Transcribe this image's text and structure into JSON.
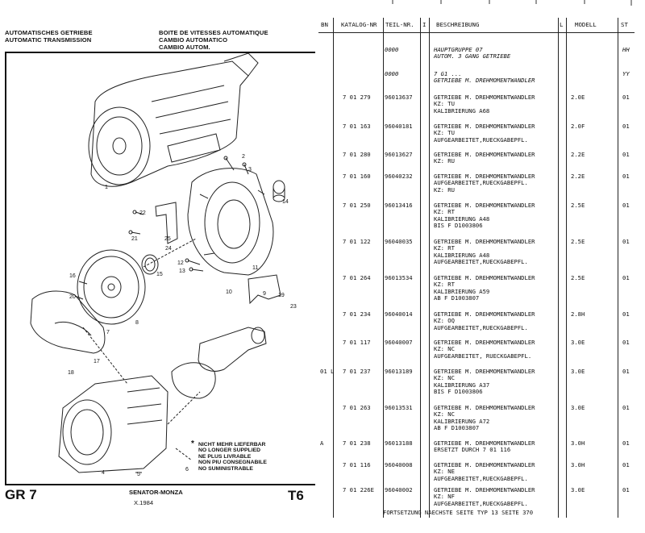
{
  "left_page": {
    "header_left": [
      "AUTOMATISCHES GETRIEBE",
      "AUTOMATIC TRANSMISSION"
    ],
    "header_right": [
      "BOITE DE VITESSES AUTOMATIQUE",
      "CAMBIO AUTOMATICO",
      "CAMBIO AUTOM."
    ],
    "legend": [
      "NICHT MEHR LIEFERBAR",
      "NO LONGER SUPPLIED",
      "NE PLUS LIVRABLE",
      "NON PIU CONSEGNABILE",
      "NO SUMINISTRABLE"
    ],
    "legend_symbol": "*",
    "group": "GR 7",
    "model": "SENATOR-MONZA",
    "date": "X.1984",
    "code": "T6",
    "callouts": [
      "1",
      "2",
      "3",
      "4",
      "5",
      "6",
      "7",
      "8",
      "9",
      "10",
      "11",
      "12",
      "13",
      "14",
      "15",
      "16",
      "17",
      "18",
      "19",
      "20",
      "21",
      "22",
      "23",
      "24",
      "25"
    ]
  },
  "right_page": {
    "columns": {
      "bn": "BN",
      "catalog": "KATALOG-NR",
      "part": "TEIL-NR.",
      "i": "I",
      "description": "BESCHREIBUNG",
      "l": "L",
      "model": "MODELL",
      "st": "ST"
    },
    "rows": [
      {
        "bn": "",
        "catalog": "",
        "part": "0000",
        "desc": [
          "HAUPTGRUPPE 07",
          "AUTOM. 3 GANG GETRIEBE"
        ],
        "model": "",
        "st": "HH",
        "italic": true
      },
      {
        "bn": "",
        "catalog": "",
        "part": "0000",
        "desc": [
          "7 G1 ...",
          "GETRIEBE M. DREHMOMENTWANDLER"
        ],
        "model": "",
        "st": "YY",
        "italic": true
      },
      {
        "bn": "",
        "catalog": "7 01 279",
        "part": "96013637",
        "desc": [
          "GETRIEBE M. DREHMOMENTWANDLER",
          "KZ: TU",
          "KALIBRIERUNG A68"
        ],
        "model": "2.0E",
        "st": "01"
      },
      {
        "bn": "",
        "catalog": "7 01 163",
        "part": "96040181",
        "desc": [
          "GETRIEBE M. DREHMOMENTWANDLER",
          "KZ: TU",
          "AUFGEARBEITET,RUECKGABEPFL."
        ],
        "model": "2.0F",
        "st": "01"
      },
      {
        "bn": "",
        "catalog": "7 01 280",
        "part": "96013627",
        "desc": [
          "GETRIEBE M. DREHMOMENTWANDLER",
          "KZ: RU"
        ],
        "model": "2.2E",
        "st": "01"
      },
      {
        "bn": "",
        "catalog": "7 01 160",
        "part": "96040232",
        "desc": [
          "GETRIEBE M. DREHMOMENTWANDLER",
          "AUFGEARBEITET,RUECKGABEPFL.",
          "KZ: RU"
        ],
        "model": "2.2E",
        "st": "01"
      },
      {
        "bn": "",
        "catalog": "7 01 250",
        "part": "96013416",
        "desc": [
          "GETRIEBE M. DREHMOMENTWANDLER",
          "KZ: RT",
          "KALIBRIERUNG A48",
          "BIS F D1003806"
        ],
        "model": "2.5E",
        "st": "01"
      },
      {
        "bn": "",
        "catalog": "7 01 122",
        "part": "96040035",
        "desc": [
          "GETRIEBE M. DREHMOMENTWANDLER",
          "KZ: RT",
          "KALIBRIERUNG A48",
          "AUFGEARBEITET,RUECKGABEPFL."
        ],
        "model": "2.5E",
        "st": "01"
      },
      {
        "bn": "",
        "catalog": "7 01 264",
        "part": "96013534",
        "desc": [
          "GETRIEBE M. DREHMOMENTWANDLER",
          "KZ: RT",
          "KALIBRIERUNG A59",
          "AB F D1003807"
        ],
        "model": "2.5E",
        "st": "01"
      },
      {
        "bn": "",
        "catalog": "7 01 234",
        "part": "96040014",
        "desc": [
          "GETRIEBE M. DREHMOMENTWANDLER",
          "KZ: OQ",
          "AUFGEARBEITET,RUECKGABEPFL."
        ],
        "model": "2.8H",
        "st": "01"
      },
      {
        "bn": "",
        "catalog": "7 01 117",
        "part": "96040007",
        "desc": [
          "GETRIEBE M. DREHMOMENTWANDLER",
          "KZ: NC",
          "AUFGEARBEITET, RUECKGABEPFL."
        ],
        "model": "3.0E",
        "st": "01"
      },
      {
        "bn": "01 L",
        "catalog": "7 01 237",
        "part": "96013189",
        "desc": [
          "GETRIEBE M. DREHMOMENTWANDLER",
          "KZ: NC",
          "KALIBRIERUNG A37",
          "BIS F D1003806"
        ],
        "model": "3.0E",
        "st": "01"
      },
      {
        "bn": "",
        "catalog": "7 01 263",
        "part": "96013531",
        "desc": [
          "GETRIEBE M. DREHMOMENTWANDLER",
          "KZ: NC",
          "KALIBRIERUNG A72",
          "AB F D1003807"
        ],
        "model": "3.0E",
        "st": "01"
      },
      {
        "bn": "A",
        "catalog": "7 01 238",
        "part": "96013188",
        "desc": [
          "GETRIEBE M. DREHMOMENTWANDLER",
          "ERSETZT DURCH 7 01 116"
        ],
        "model": "3.0H",
        "st": "01"
      },
      {
        "bn": "",
        "catalog": "7 01 116",
        "part": "96040008",
        "desc": [
          "GETRIEBE M. DREHMOMENTWANDLER",
          "KZ: NE",
          "AUFGEARBEITET,RUECKGABEPFL."
        ],
        "model": "3.0H",
        "st": "01"
      },
      {
        "bn": "",
        "catalog": "7 01 226E",
        "part": "96040002",
        "desc": [
          "GETRIEBE M. DREHMOMENTWANDLER",
          "KZ: NF",
          "AUFGEARBEITET,RUECKGABEPFL."
        ],
        "model": "3.0E",
        "st": "01"
      }
    ],
    "footer": "FORTSETZUNG NAECHSTE SEITE     TYP 13 SEITE  370"
  }
}
